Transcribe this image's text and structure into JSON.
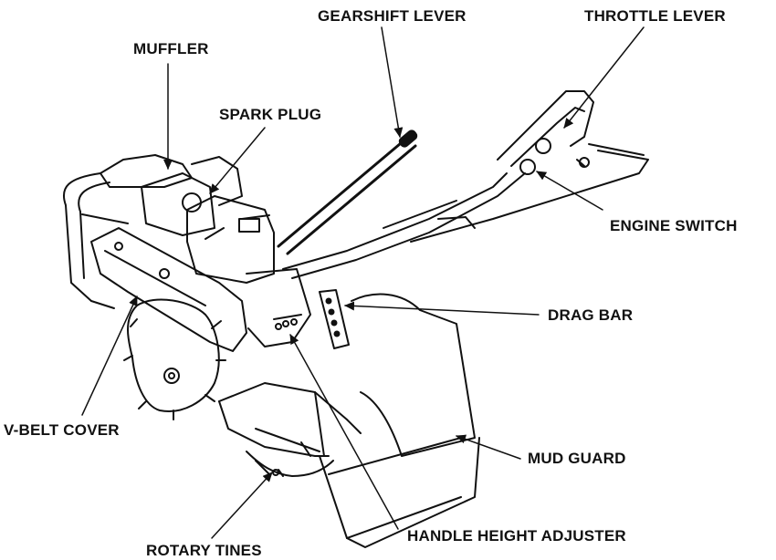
{
  "labels": {
    "gearshift_lever": "GEARSHIFT LEVER",
    "throttle_lever": "THROTTLE LEVER",
    "muffler": "MUFFLER",
    "spark_plug": "SPARK PLUG",
    "engine_switch": "ENGINE SWITCH",
    "drag_bar": "DRAG BAR",
    "v_belt_cover": "V-BELT COVER",
    "mud_guard": "MUD GUARD",
    "handle_height_adjuster": "HANDLE HEIGHT ADJUSTER",
    "rotary_tines": "ROTARY TINES"
  },
  "colors": {
    "line": "#111111",
    "background": "#ffffff"
  }
}
